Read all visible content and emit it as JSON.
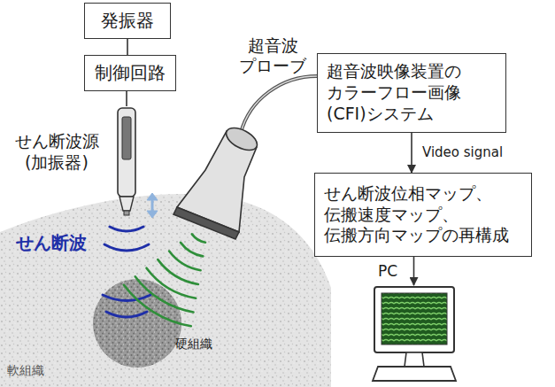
{
  "diagram": {
    "nodes": [
      {
        "text": [
          "発振器"
        ]
      },
      {
        "text": [
          "制御回路"
        ]
      },
      {
        "text": [
          "せん断波源 (加振器)"
        ]
      },
      {
        "text": [
          "超音波映像装置の カラーフロー画像 (CFI)システム"
        ]
      },
      {
        "text": [
          "せん断波位相マップ、 伝搬速度マップ、 伝搬方向マップの再構成"
        ]
      },
      {
        "text": [
          "PC"
        ]
      }
    ],
    "edges": [
      {
        "from": 0,
        "to": 1,
        "arrow": "none"
      },
      {
        "from": 1,
        "to": 2,
        "arrow": "none"
      },
      {
        "from": 3,
        "to": 4,
        "arrow": "to",
        "label": "Video signal"
      },
      {
        "from": 4,
        "to": 5,
        "arrow": "to"
      }
    ],
    "labels": [
      "超音波 プローブ",
      "せん断波",
      "硬組織",
      "軟組織"
    ]
  }
}
